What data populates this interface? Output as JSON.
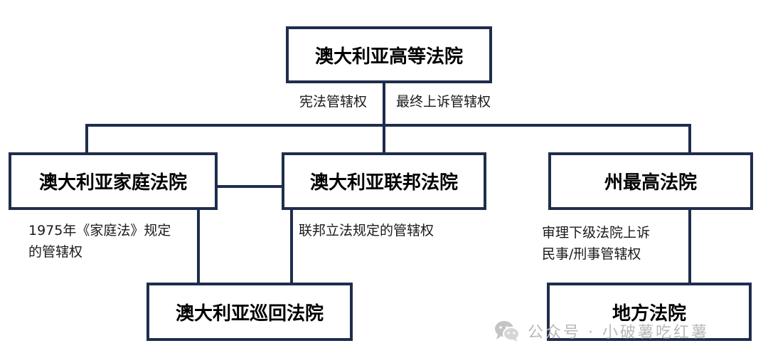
{
  "colors": {
    "box_border": "#1f2d4d",
    "connector": "#1f2d4d",
    "text": "#000000",
    "watermark": "#b9b9b9"
  },
  "nodes": {
    "high_court": "澳大利亚高等法院",
    "family_court": "澳大利亚家庭法院",
    "federal_court": "澳大利亚联邦法院",
    "state_supreme_court": "州最高法院",
    "circuit_court": "澳大利亚巡回法院",
    "local_court": "地方法院"
  },
  "edge_labels": {
    "constitutional": "宪法管辖权",
    "final_appeal": "最终上诉管辖权",
    "family_act_line1": "1975年《家庭法》规定",
    "family_act_line2": "的管辖权",
    "federal_legislation": "联邦立法规定的管辖权",
    "appeals_line1": "审理下级法院上诉",
    "appeals_line2": "民事/刑事管辖权"
  },
  "watermark": {
    "icon": "wechat-icon",
    "text": "公众号 · 小破薯吃红薯"
  }
}
